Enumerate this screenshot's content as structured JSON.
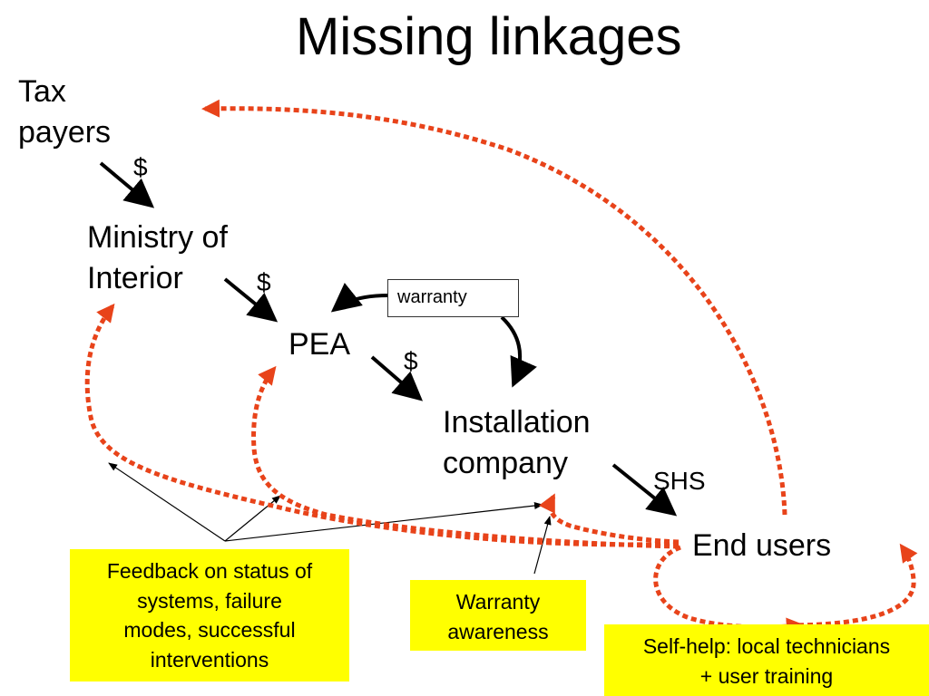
{
  "title": "Missing linkages",
  "nodes": {
    "taxpayers": [
      "Tax",
      "payers"
    ],
    "ministry": [
      "Ministry of",
      "Interior"
    ],
    "pea": "PEA",
    "installer": [
      "Installation",
      "company"
    ],
    "end_users": "End users"
  },
  "flows": {
    "money_1": "$",
    "money_2": "$",
    "money_3": "$",
    "shs": "SHS",
    "warranty": "warranty"
  },
  "callouts": {
    "feedback": [
      "Feedback on status of",
      "systems, failure",
      "modes, successful",
      "interventions"
    ],
    "warranty_awareness": [
      "Warranty",
      "awareness"
    ],
    "self_help": [
      "Self-help: local technicians",
      "+ user training"
    ]
  },
  "colors": {
    "solid_arrow": "#000000",
    "dotted_link": "#e8431a",
    "callout_fill": "#ffff00"
  }
}
